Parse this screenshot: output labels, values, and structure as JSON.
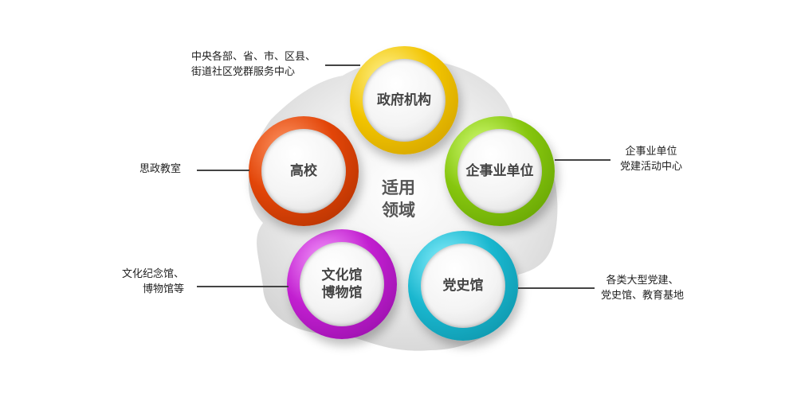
{
  "center_title": "适用\n领域",
  "nodes": [
    {
      "id": "gov",
      "title": "政府机构",
      "desc": "中央各部、省、市、区县、\n街道社区党群服务中心",
      "color": "#f2c400"
    },
    {
      "id": "enterprise",
      "title": "企事业单位",
      "desc": "企事业单位\n党建活动中心",
      "color": "#86c60e"
    },
    {
      "id": "history",
      "title": "党史馆",
      "desc": "各类大型党建、\n党史馆、教育基地",
      "color": "#1ab7cf"
    },
    {
      "id": "museum",
      "title": "文化馆\n博物馆",
      "desc": "文化纪念馆、\n博物馆等",
      "color": "#c21fd0"
    },
    {
      "id": "college",
      "title": "高校",
      "desc": "思政教室",
      "color": "#e24508"
    }
  ]
}
